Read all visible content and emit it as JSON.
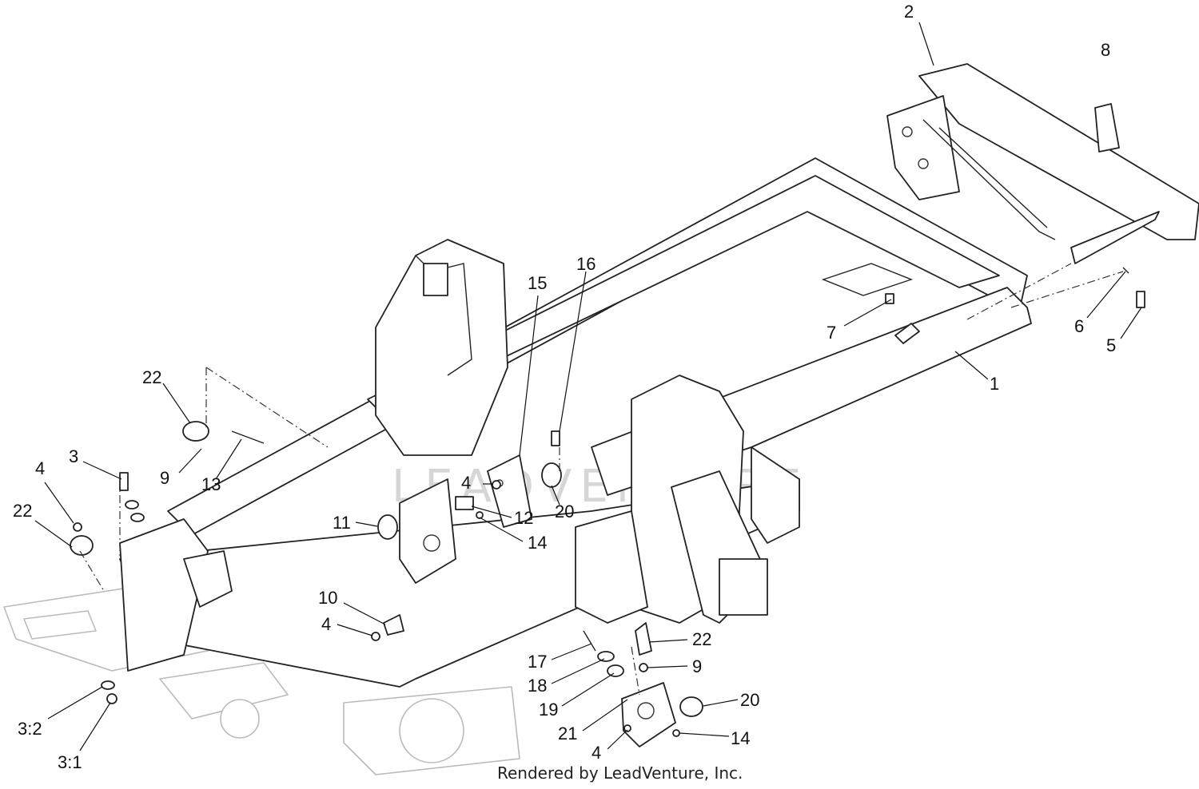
{
  "diagram": {
    "watermark": "LEADVENTURE",
    "credit": "Rendered by LeadVenture, Inc.",
    "callouts": [
      "1",
      "2",
      "3",
      "4",
      "5",
      "6",
      "7",
      "8",
      "9",
      "10",
      "11",
      "12",
      "13",
      "14",
      "15",
      "16",
      "17",
      "18",
      "19",
      "20",
      "21",
      "22",
      "3:2",
      "3:1"
    ]
  }
}
